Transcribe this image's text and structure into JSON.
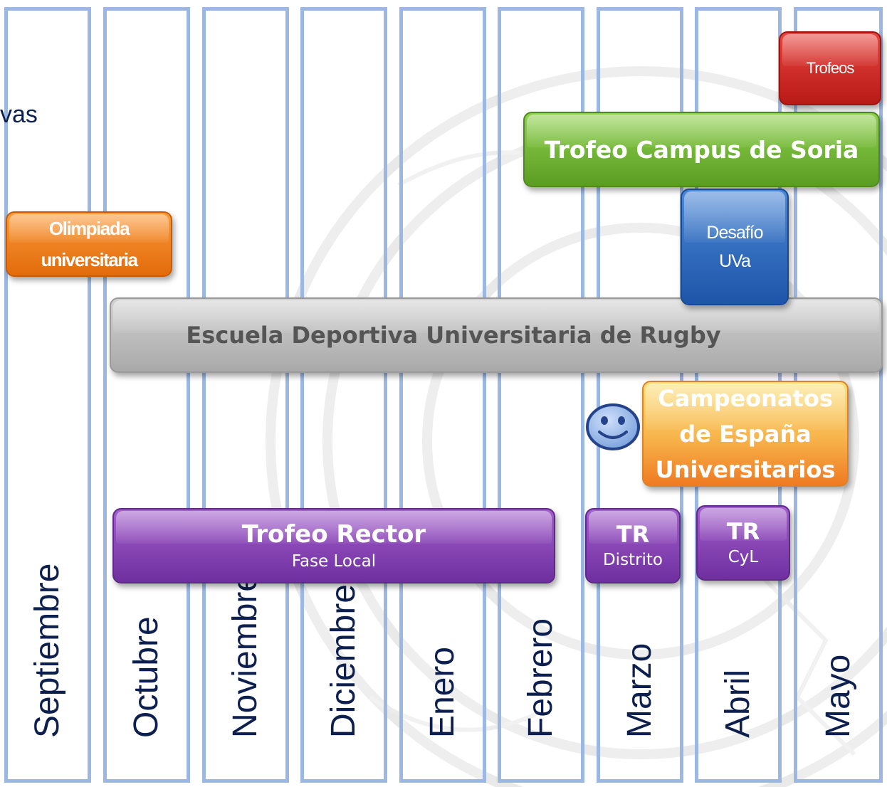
{
  "title_fragment": "vas",
  "months": [
    "Septiembre",
    "Octubre",
    "Noviembre",
    "Diciembre",
    "Enero",
    "Febrero",
    "Marzo",
    "Abril",
    "Mayo"
  ],
  "events": {
    "trofeos": {
      "label": "Trofeos",
      "color": "#d2302b"
    },
    "trofeo_campus_soria": {
      "label": "Trofeo Campus de Soria",
      "color": "#76b83a"
    },
    "olimpiada": {
      "line1": "Olimpiada",
      "line2": "universitaria",
      "color": "#f5821f"
    },
    "desafio": {
      "line1": "Desafío",
      "line2": "UVa",
      "color": "#2f6cbf"
    },
    "escuela": {
      "label": "Escuela Deportiva Universitaria de Rugby",
      "color": "#bfbfbf"
    },
    "campeonatos": {
      "line1": "Campeonatos",
      "line2": "de España",
      "line3": "Universitarios",
      "color": "#f7a84a"
    },
    "trofeo_rector": {
      "title": "Trofeo Rector",
      "subtitle": "Fase Local",
      "color": "#8746b7"
    },
    "tr_distrito": {
      "title": "TR",
      "subtitle": "Distrito"
    },
    "tr_cyl": {
      "title": "TR",
      "subtitle": "CyL"
    }
  },
  "smiley_icon": "smiley-face-icon",
  "colors": {
    "month_border": "#9cb8e2",
    "month_text": "#0c1f4e"
  }
}
